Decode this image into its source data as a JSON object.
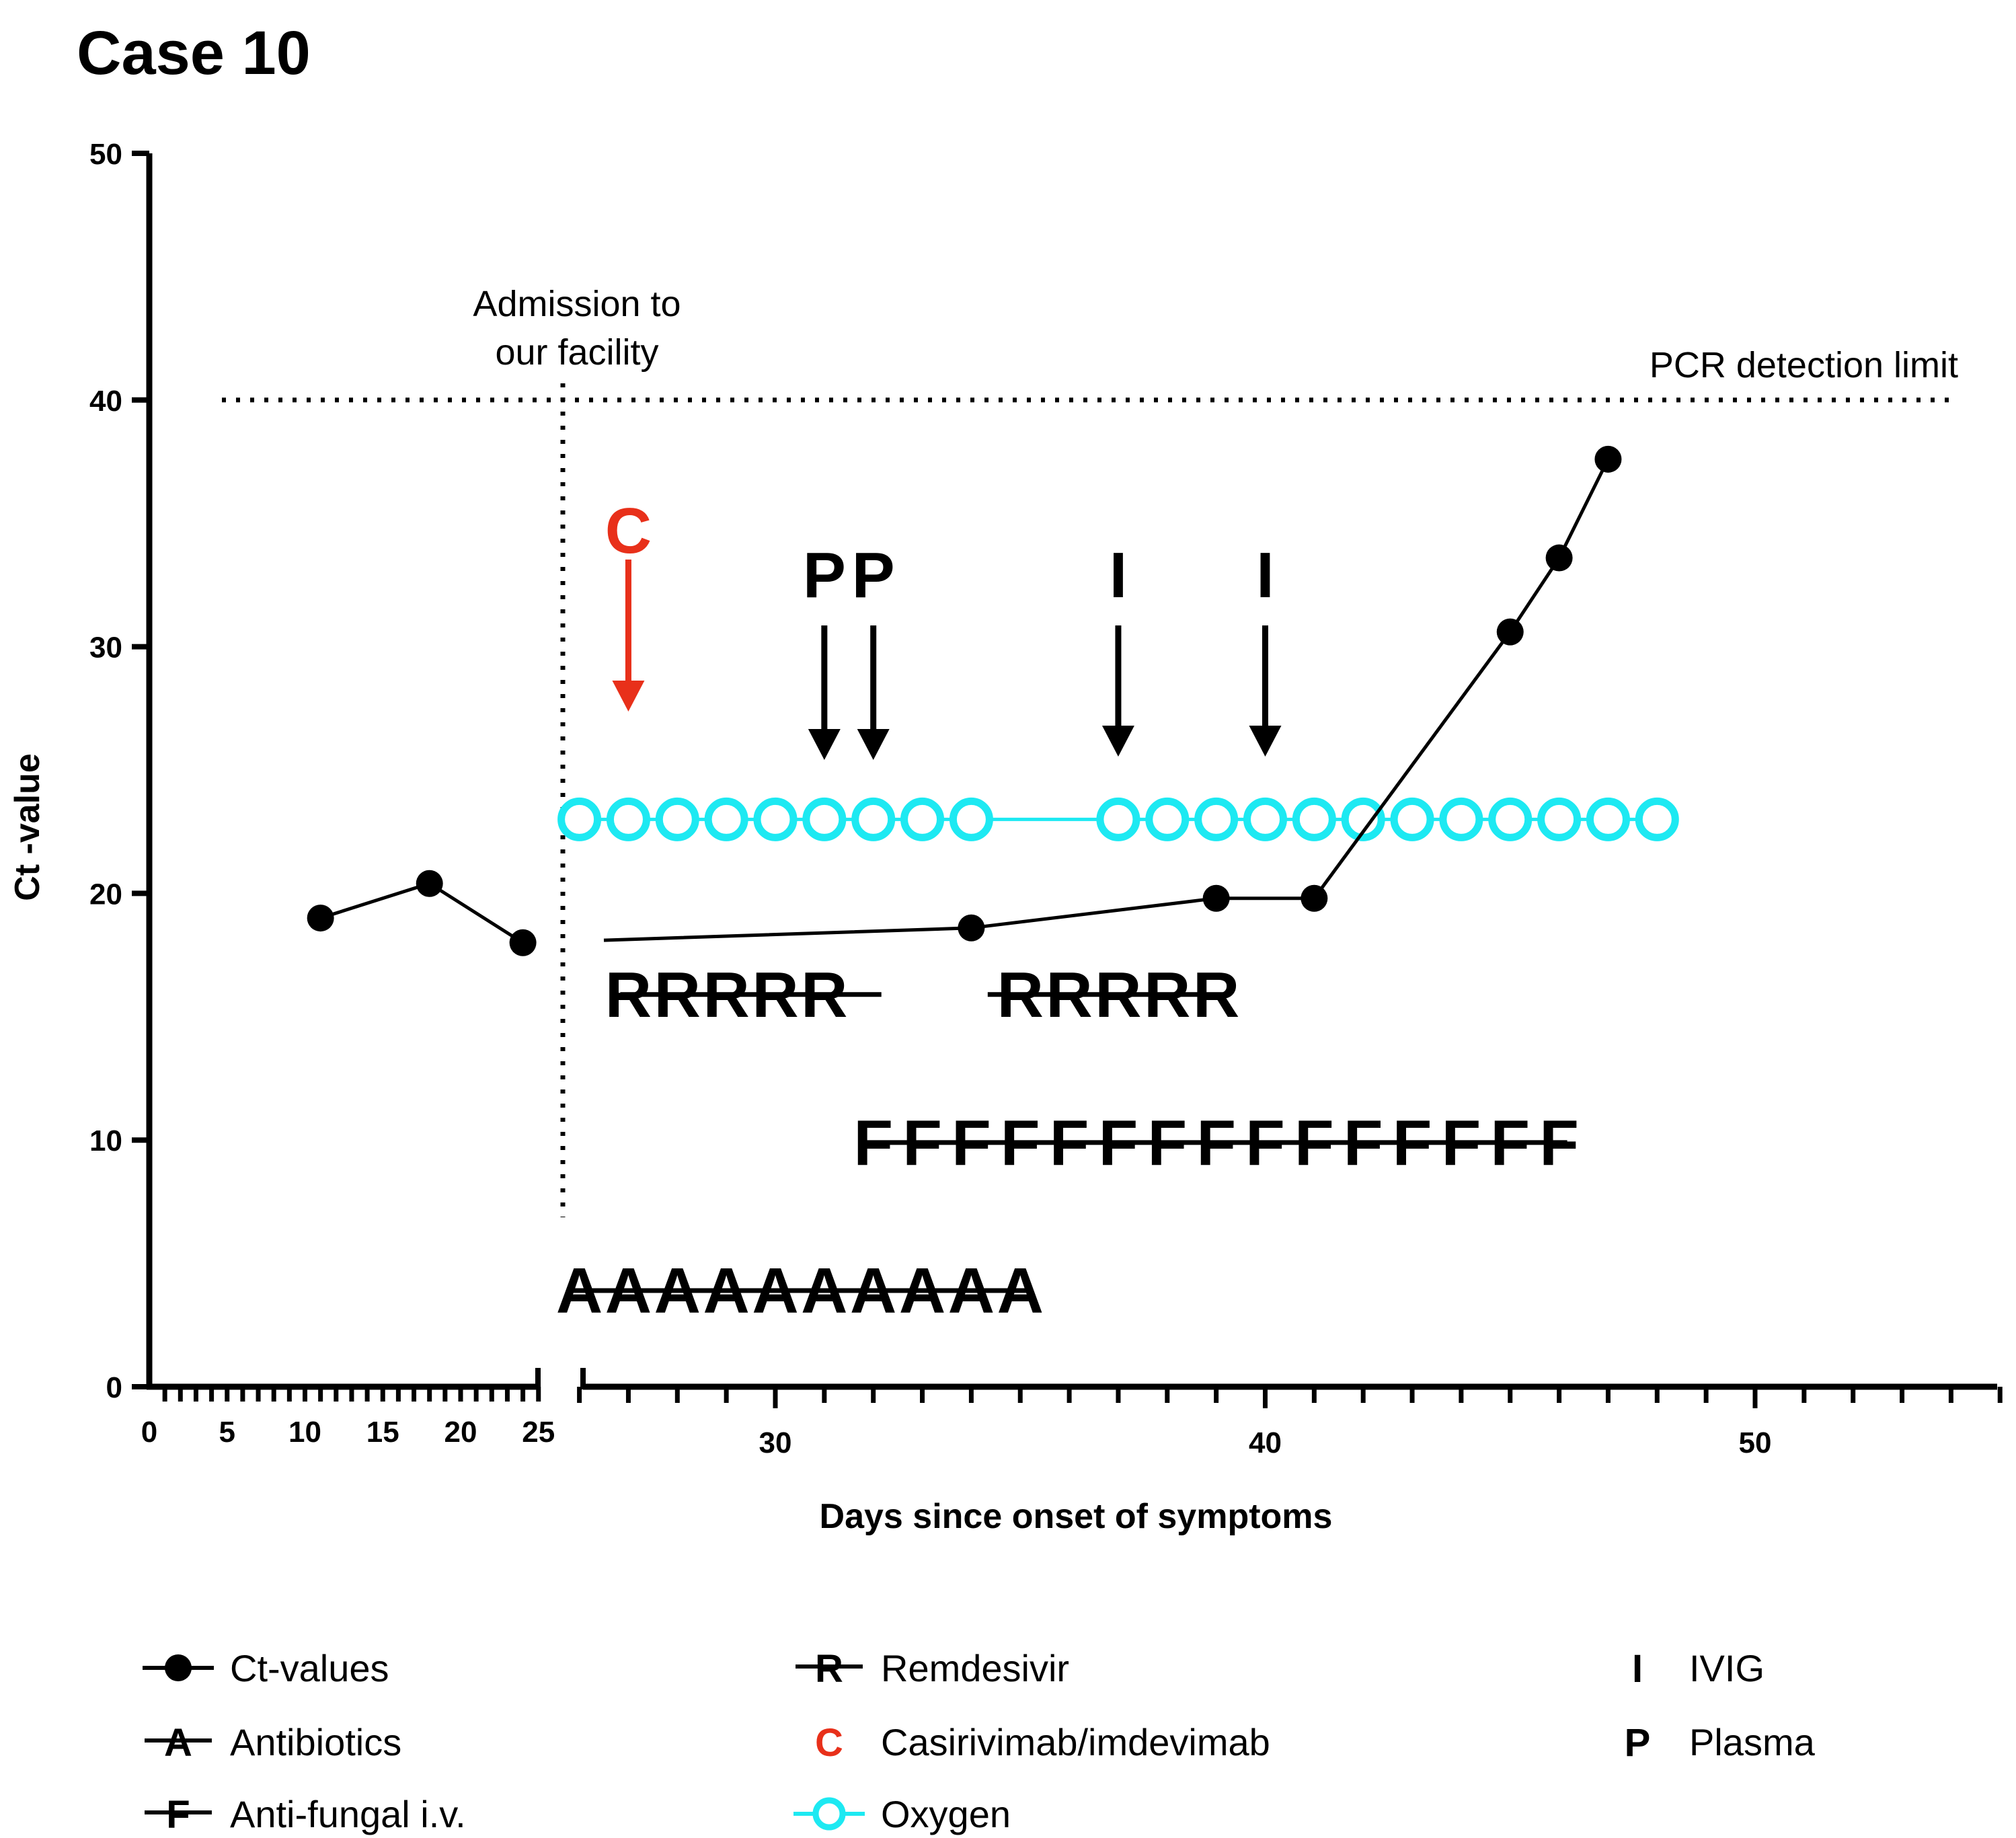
{
  "chart_data": {
    "type": "line",
    "title": "Case 10",
    "xlabel": "Days since onset of symptoms",
    "ylabel": "Ct -value",
    "ylim": [
      0,
      50
    ],
    "yticks": [
      "0",
      "10",
      "20",
      "30",
      "40",
      "50"
    ],
    "xticks_left": [
      "0",
      "5",
      "10",
      "15",
      "20",
      "25"
    ],
    "xticks_right": [
      "30",
      "40",
      "50"
    ],
    "x_axis_break": "between 25 and 26",
    "series": [
      {
        "name": "Ct-values",
        "color": "#000000",
        "segments": [
          [
            {
              "x": 11,
              "y": 19.0
            },
            {
              "x": 18,
              "y": 20.4
            },
            {
              "x": 24,
              "y": 18.0
            }
          ],
          [
            {
              "x": 26.5,
              "y": 18.1
            },
            {
              "x": 34,
              "y": 18.6
            },
            {
              "x": 39,
              "y": 19.8
            },
            {
              "x": 41,
              "y": 19.8
            },
            {
              "x": 45,
              "y": 30.6
            },
            {
              "x": 46,
              "y": 33.6
            },
            {
              "x": 47,
              "y": 37.6
            }
          ]
        ],
        "marker_x": [
          11,
          18,
          24,
          34,
          39,
          41,
          45,
          46,
          47
        ]
      },
      {
        "name": "Oxygen",
        "color": "#1DE9F2",
        "y": 23,
        "x": [
          26,
          27,
          28,
          29,
          30,
          31,
          32,
          33,
          34,
          37,
          38,
          39,
          40,
          41,
          42,
          43,
          44,
          45,
          46,
          47,
          48
        ]
      },
      {
        "name": "Remdesivir",
        "letter": "R",
        "y": 15,
        "runs": [
          {
            "x": [
              27,
              28,
              29,
              30,
              31
            ],
            "line": [
              27,
              32
            ]
          },
          {
            "x": [
              35,
              36,
              37,
              38,
              39
            ],
            "line": [
              34.5,
              39
            ]
          }
        ]
      },
      {
        "name": "Anti-fungal i.v.",
        "letter": "F",
        "y": 9,
        "runs": [
          {
            "x": [
              32,
              33,
              34,
              35,
              36,
              37,
              38,
              39,
              40,
              41,
              42,
              43,
              44,
              45,
              46
            ],
            "line": [
              32,
              46
            ]
          }
        ]
      },
      {
        "name": "Antibiotics",
        "letter": "A",
        "y": 3,
        "runs": [
          {
            "x": [
              26,
              27,
              28,
              29,
              30,
              31,
              32,
              33,
              34,
              35
            ],
            "line": [
              26,
              35
            ]
          }
        ]
      }
    ],
    "events": [
      {
        "letter": "C",
        "name": "Casirivimab/imdevimab",
        "x": [
          27
        ],
        "color": "#E8301A"
      },
      {
        "letter": "P",
        "name": "Plasma",
        "x": [
          31,
          32
        ],
        "color": "#000000"
      },
      {
        "letter": "I",
        "name": "IVIG",
        "x": [
          37,
          40
        ],
        "color": "#000000"
      }
    ],
    "reference_lines": [
      {
        "orientation": "horizontal",
        "y": 40,
        "style": "dotted",
        "label": "PCR detection limit"
      },
      {
        "orientation": "vertical",
        "x": 26,
        "style": "dotted",
        "label_line1": "Admission to",
        "label_line2": "our facility"
      }
    ],
    "legend": {
      "placement": "bottom",
      "entries": [
        {
          "symbol": "dot-line",
          "label": "Ct-values"
        },
        {
          "symbol": "R",
          "label": "Remdesivir"
        },
        {
          "symbol": "I",
          "label": "IVIG"
        },
        {
          "symbol": "A",
          "label": "Antibiotics"
        },
        {
          "symbol": "C",
          "label": "Casirivimab/imdevimab"
        },
        {
          "symbol": "P",
          "label": "Plasma"
        },
        {
          "symbol": "F",
          "label": "Anti-fungal i.v."
        },
        {
          "symbol": "O",
          "label": "Oxygen"
        }
      ]
    },
    "colors": {
      "axis": "#000000",
      "oxygen": "#1DE9F2",
      "casirivimab": "#E8301A"
    }
  }
}
